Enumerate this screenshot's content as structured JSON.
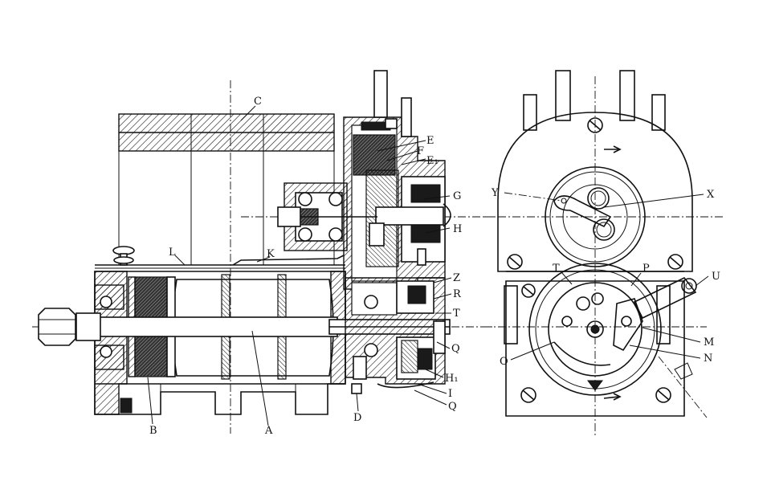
{
  "drawing": {
    "labels": {
      "A": "A",
      "B": "B",
      "C": "C",
      "D": "D",
      "E": "E",
      "E1": "E₁",
      "F": "F",
      "G": "G",
      "H": "H",
      "H1": "H₁",
      "I": "I",
      "K": "K",
      "L": "L",
      "Q_upper": "Q",
      "Q_lower": "Q",
      "R": "R",
      "T_left": "T",
      "Z": "Z",
      "X": "X",
      "Y": "Y",
      "T_right": "T",
      "P": "P",
      "U": "U",
      "M": "M",
      "N": "N",
      "O": "O"
    }
  }
}
